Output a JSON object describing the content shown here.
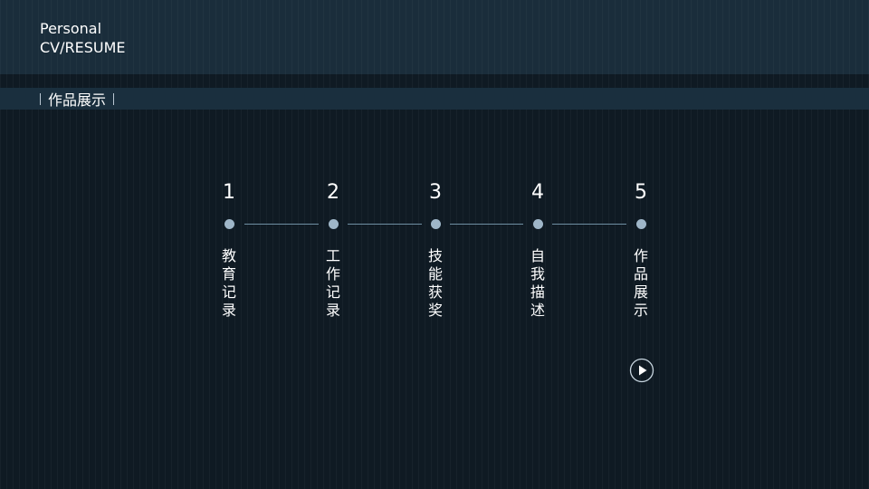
{
  "header": {
    "line1": "Personal",
    "line2": "CV/RESUME"
  },
  "section": {
    "title": "作品展示"
  },
  "steps": [
    {
      "number": "1",
      "label": "教育记录"
    },
    {
      "number": "2",
      "label": "工作记录"
    },
    {
      "number": "3",
      "label": "技能获奖"
    },
    {
      "number": "4",
      "label": "自我描述"
    },
    {
      "number": "5",
      "label": "作品展示"
    }
  ],
  "icons": {
    "play": "play-circle-icon"
  },
  "colors": {
    "background": "#0f1a23",
    "header": "#1a2d3b",
    "dot": "#9fb6c8",
    "line": "#6f8fa3"
  }
}
